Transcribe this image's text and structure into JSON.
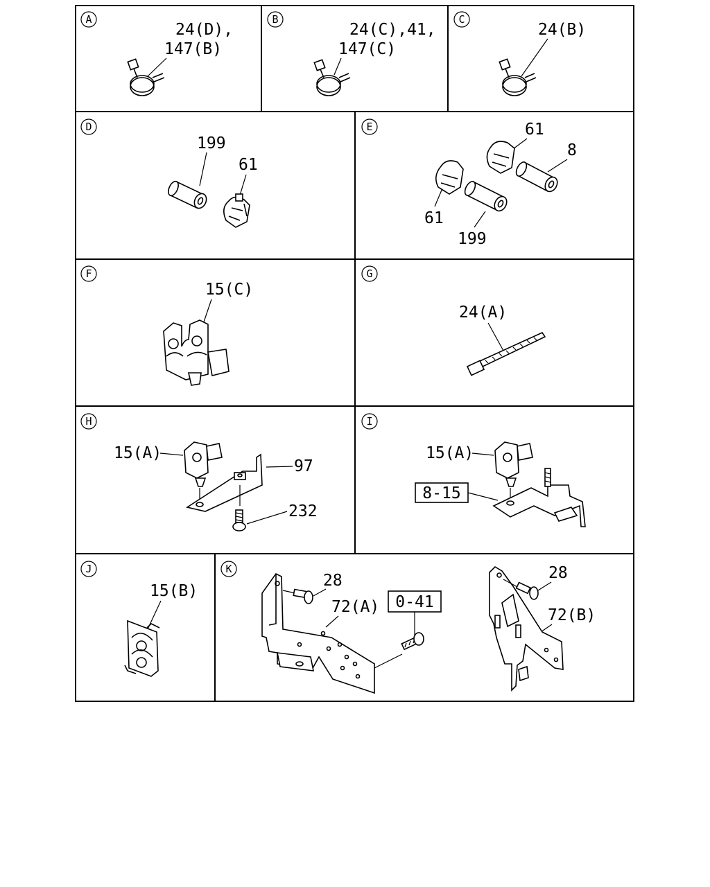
{
  "panels": {
    "A": {
      "letter": "A",
      "labels": [
        "24(D),",
        "147(B)"
      ]
    },
    "B": {
      "letter": "B",
      "labels": [
        "24(C),41,",
        "147(C)"
      ]
    },
    "C": {
      "letter": "C",
      "labels": [
        "24(B)"
      ]
    },
    "D": {
      "letter": "D",
      "labels": [
        "199",
        "61"
      ]
    },
    "E": {
      "letter": "E",
      "labels": [
        "61",
        "8",
        "61",
        "199"
      ]
    },
    "F": {
      "letter": "F",
      "labels": [
        "15(C)"
      ]
    },
    "G": {
      "letter": "G",
      "labels": [
        "24(A)"
      ]
    },
    "H": {
      "letter": "H",
      "labels": [
        "15(A)",
        "97",
        "232"
      ]
    },
    "I": {
      "letter": "I",
      "labels": [
        "15(A)",
        "8-15"
      ]
    },
    "J": {
      "letter": "J",
      "labels": [
        "15(B)"
      ]
    },
    "K": {
      "letter": "K",
      "labels": [
        "28",
        "72(A)",
        "0-41",
        "28",
        "72(B)"
      ]
    }
  }
}
